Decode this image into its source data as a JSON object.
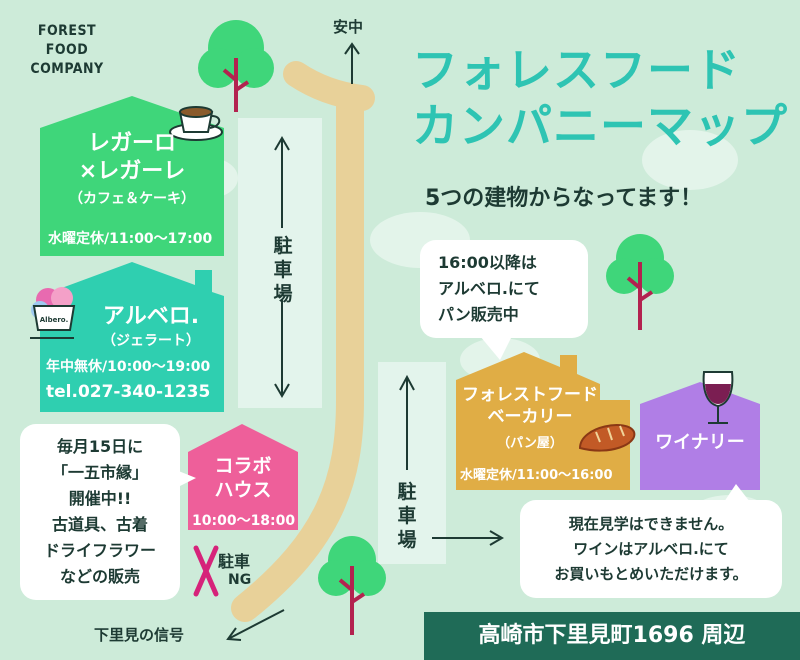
{
  "logo": {
    "line1": "FOREST",
    "line2": "FOOD",
    "line3": "COMPANY"
  },
  "title": {
    "line1": "フォレスフード",
    "line2": "カンパニーマップ"
  },
  "subtitle": "5つの建物からなってます！",
  "places": {
    "north": "安中",
    "south": "下里見の信号"
  },
  "parking": {
    "label1": "駐車場",
    "label2": "駐車場",
    "no_parking": "駐車",
    "no_parking_ng": "NG"
  },
  "buildings": {
    "legaro": {
      "name1": "レガーロ",
      "name2": "×レガーレ",
      "type": "（カフェ＆ケーキ）",
      "hours": "水曜定休/11:00〜17:00"
    },
    "albero": {
      "name": "アルベロ.",
      "type": "（ジェラート）",
      "hours": "年中無休/10:00〜19:00",
      "tel": "tel.027-340-1235",
      "cup_label": "Albero."
    },
    "collabo": {
      "name1": "コラボ",
      "name2": "ハウス",
      "hours": "10:00〜18:00"
    },
    "bakery": {
      "name1": "フォレストフード",
      "name2": "ベーカリー",
      "type": "（パン屋）",
      "hours": "水曜定休/11:00〜16:00"
    },
    "winery": {
      "name": "ワイナリー"
    }
  },
  "bubbles": {
    "ichigo": {
      "line1": "毎月15日に",
      "line2": "「一五市縁」",
      "line3": "開催中!!",
      "line4": "古道具、古着",
      "line5": "ドライフラワー",
      "line6": "などの販売"
    },
    "bread": {
      "line1": "16:00以降は",
      "line2": "アルベロ.にて",
      "line3": "パン販売中"
    },
    "wine": {
      "line1": "現在見学はできません。",
      "line2": "ワインはアルベロ.にて",
      "line3": "お買いもとめいただけます。"
    }
  },
  "address": "高崎市下里見町1696 周辺",
  "colors": {
    "background": "#cdebd9",
    "road": "#e8d199",
    "title": "#2ec4b3",
    "legaro": "#3fd67a",
    "albero": "#2fcfb0",
    "collabo": "#ee5f9a",
    "bakery": "#e0ad45",
    "winery": "#b07ee6",
    "address_bar": "#1f6b57",
    "no_parking": "#d6237a"
  }
}
